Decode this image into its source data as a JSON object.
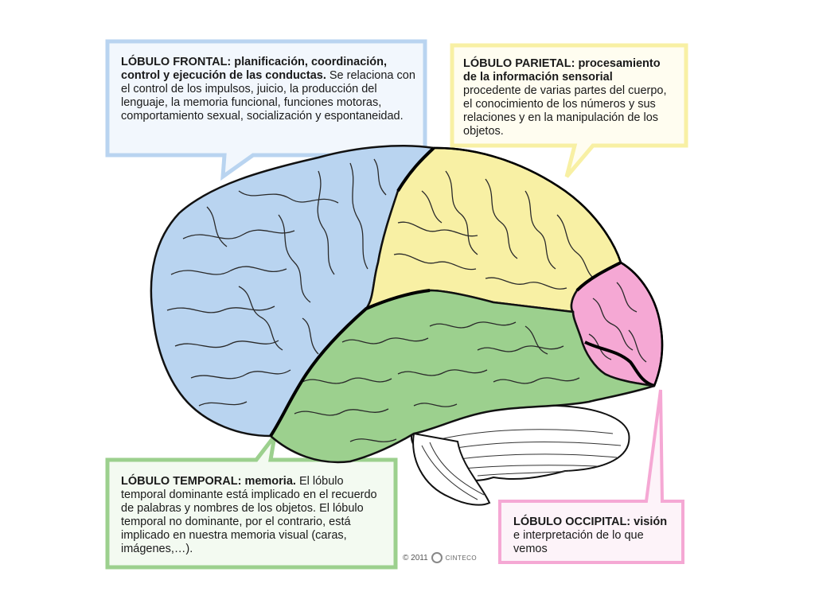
{
  "colors": {
    "frontal": "#b9d4f0",
    "parietal": "#f8f0a4",
    "temporal": "#9cd08e",
    "occipital": "#f5a8d4",
    "cerebellum": "#ffffff",
    "outline": "#111111"
  },
  "frontal": {
    "lead": "LÓBULO FRONTAL: planificación, coordinación, control y ejecución de las conductas.",
    "body": "Se relaciona con el control de los impulsos,  juicio, la producción del lenguaje, la memoria funcional, funciones motoras, comportamiento sexual, socialización y espontaneidad."
  },
  "parietal": {
    "lead": "LÓBULO PARIETAL: procesamiento de la información sensorial",
    "body": "procedente de varias partes del cuerpo, el conocimiento de los números y sus relaciones y en la manipulación de los objetos."
  },
  "temporal": {
    "lead": "LÓBULO TEMPORAL: memoria.",
    "body": "El lóbulo temporal dominante está implicado en el recuerdo de palabras y nombres de los objetos. El lóbulo temporal no dominante, por el contrario, está implicado en nuestra memoria visual (caras, imágenes,…)."
  },
  "occipital": {
    "lead": "LÓBULO OCCIPITAL: visión",
    "body": "e interpretación de lo que vemos"
  },
  "footer": {
    "copyright": "© 2011",
    "brand": "CINTECO"
  }
}
